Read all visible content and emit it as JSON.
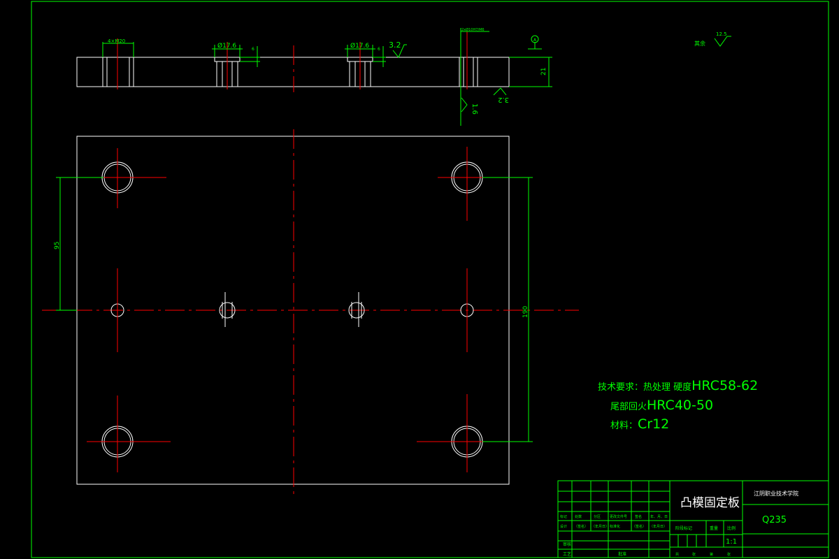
{
  "colors": {
    "frame": "#00ff00",
    "outline": "#ffffff",
    "centerline": "#ff0000",
    "background": "#000000"
  },
  "dimensions": {
    "hole_pattern": "4×M20",
    "pin_dia_left": "Ø17.6",
    "pin_dia_right": "Ø17.6",
    "small_left": "6",
    "small_right": "6",
    "thickness": "21",
    "vertical_95": "95",
    "vertical_190": "190",
    "slot_note": "2xØ10H7/M6"
  },
  "surface_finish": {
    "top": "3.2",
    "side_a": "1.6",
    "side_b": "3.2",
    "rest_label": "其余",
    "rest_value": "12.5"
  },
  "tech_requirements": {
    "line1_prefix": "技术要求：热处理  硬度",
    "line1_value": "HRC58-62",
    "line2_prefix": "尾部回火",
    "line2_value": "HRC40-50",
    "line3_prefix": "材料：",
    "line3_value": "Cr12"
  },
  "title_block": {
    "part_name": "凸模固定板",
    "school": "江阴职业技术学院",
    "material": "Q235",
    "scale": "1:1",
    "header_row": [
      "标记",
      "处数",
      "分区",
      "更改文件号",
      "签名",
      "年、月、日"
    ],
    "row_design": [
      "设计",
      "（签名）",
      "（年月日）",
      "标准化",
      "（签名）",
      "（年月日）"
    ],
    "stage_label": "阶段标记",
    "weight_label": "重量",
    "scale_label": "比例",
    "review_label": "审核",
    "process_label": "工艺",
    "approve_label": "批准",
    "sheet_labels": [
      "共",
      "张",
      "第",
      "张"
    ]
  }
}
